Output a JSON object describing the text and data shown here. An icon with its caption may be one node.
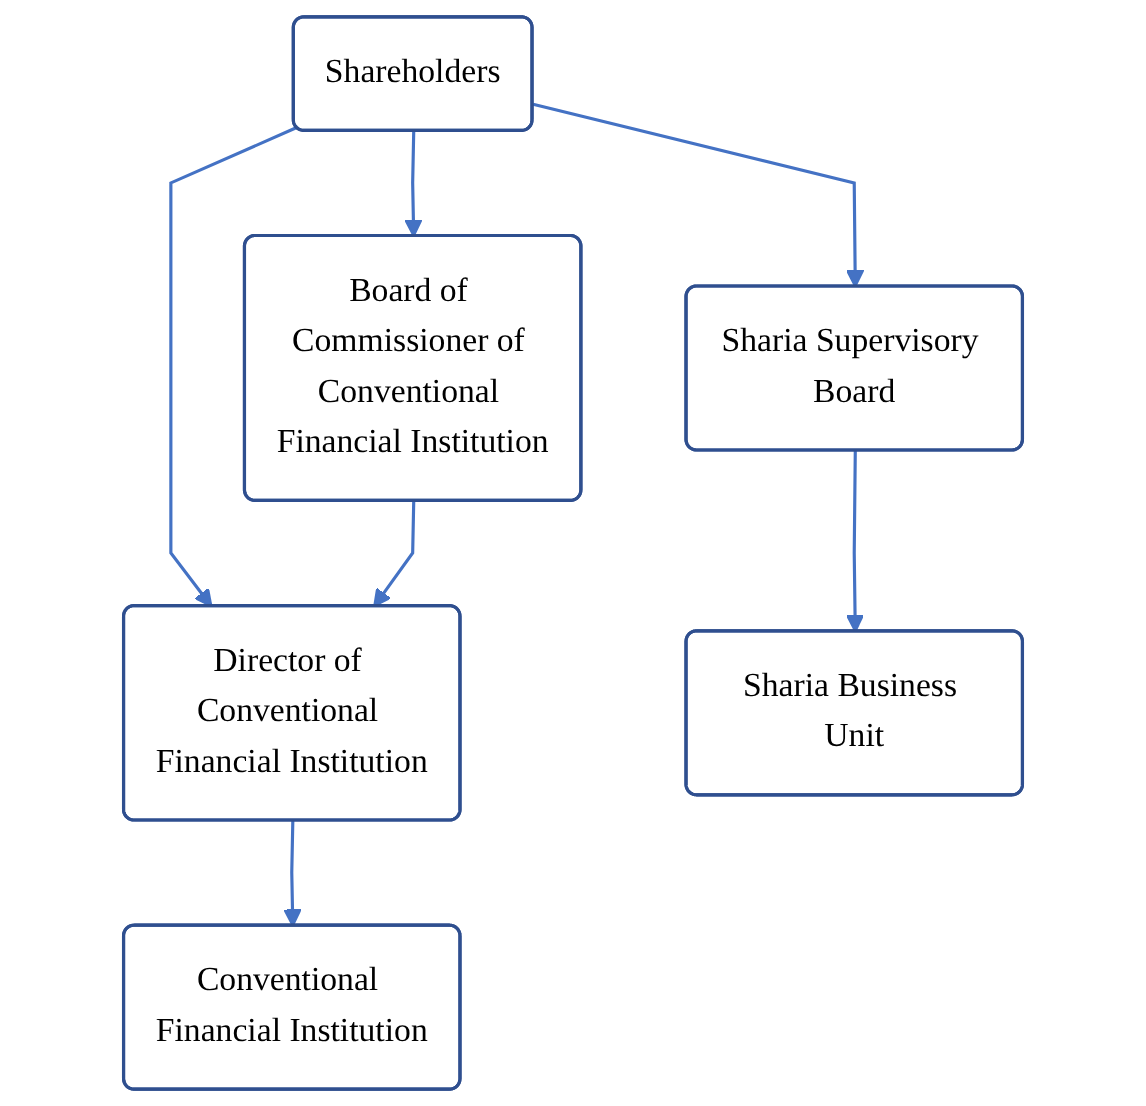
{
  "diagram": {
    "nodes": [
      {
        "text": [
          "Shareholders"
        ]
      },
      {
        "text": [
          "Board of Commissioner of Conventional Financial Institution"
        ]
      },
      {
        "text": [
          "Director of Conventional Financial Institution"
        ]
      },
      {
        "text": [
          "Conventional Financial Institution"
        ]
      },
      {
        "text": [
          "Sharia Supervisory Board"
        ]
      },
      {
        "text": [
          "Sharia Business Unit"
        ]
      }
    ],
    "edges": [
      {
        "from": 0,
        "to": 1,
        "arrow": "to"
      },
      {
        "from": 0,
        "to": 4,
        "arrow": "to"
      },
      {
        "from": 0,
        "to": 2,
        "arrow": "to"
      },
      {
        "from": 1,
        "to": 2,
        "arrow": "to"
      },
      {
        "from": 2,
        "to": 3,
        "arrow": "to"
      },
      {
        "from": 4,
        "to": 5,
        "arrow": "to"
      }
    ]
  }
}
